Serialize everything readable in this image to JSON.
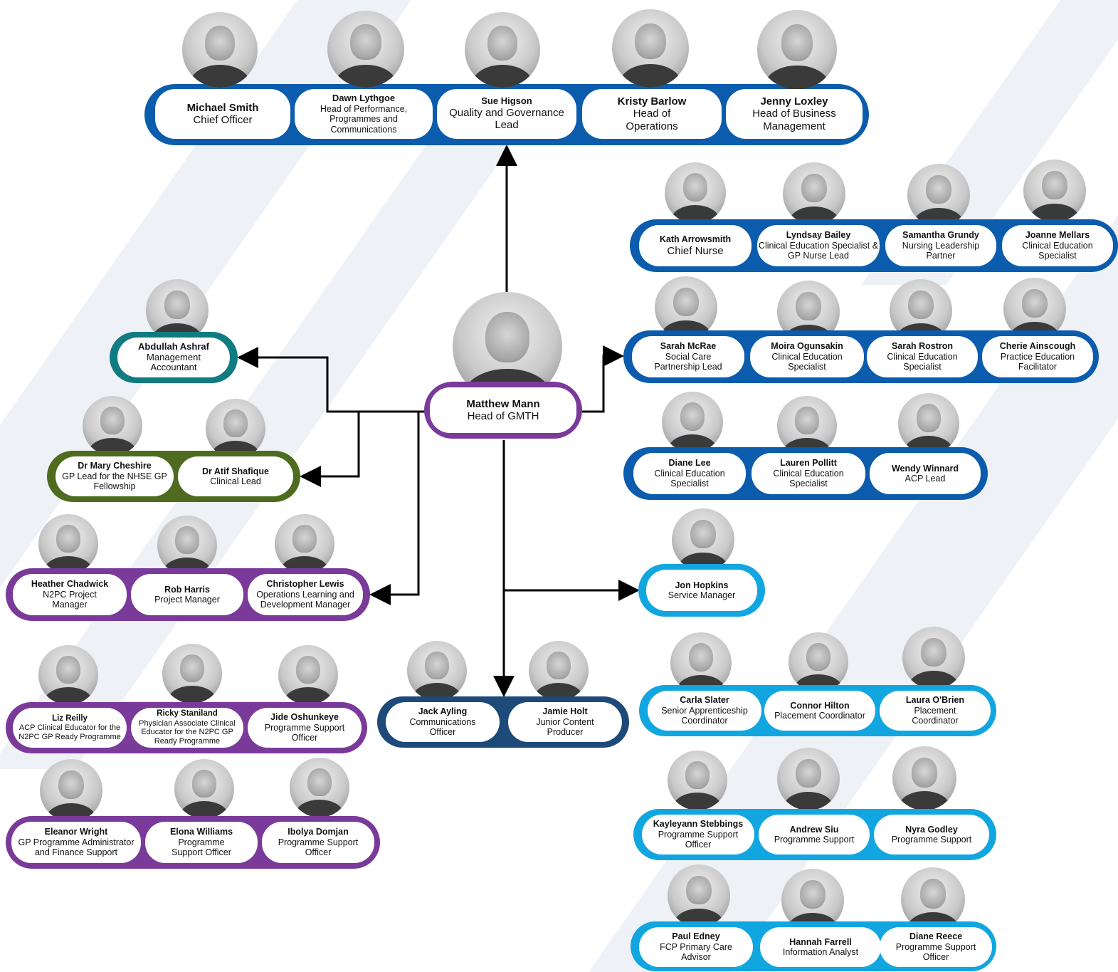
{
  "colors": {
    "navy": "#0b5cad",
    "purple": "#7a3a9a",
    "green": "#4e6b1f",
    "teal": "#117b82",
    "cyan": "#11a6e0",
    "dark_navy": "#1d4a78",
    "background": "#eef1f6"
  },
  "top_row": [
    {
      "name": "Michael Smith",
      "role": "Chief Officer"
    },
    {
      "name": "Dawn Lythgoe",
      "role": "Head of Performance, Programmes and Communications"
    },
    {
      "name": "Sue Higson",
      "role": "Quality and Governance Lead"
    },
    {
      "name": "Kristy Barlow",
      "role": "Head of Operations"
    },
    {
      "name": "Jenny Loxley",
      "role": "Head of Business Management"
    }
  ],
  "center": {
    "name": "Matthew Mann",
    "role": "Head of GMTH"
  },
  "left_groups": {
    "teal": [
      {
        "name": "Abdullah Ashraf",
        "role": "Management Accountant"
      }
    ],
    "green": [
      {
        "name": "Dr Mary Cheshire",
        "role": "GP Lead for the NHSE GP Fellowship"
      },
      {
        "name": "Dr Atif Shafique",
        "role": "Clinical Lead"
      }
    ],
    "purple_a": [
      {
        "name": "Heather Chadwick",
        "role": "N2PC Project Manager"
      },
      {
        "name": "Rob Harris",
        "role": "Project Manager"
      },
      {
        "name": "Christopher Lewis",
        "role": "Operations Learning and Development Manager"
      }
    ],
    "purple_b": [
      {
        "name": "Liz Reilly",
        "role": "ACP Clinical Educator for the N2PC GP Ready Programme"
      },
      {
        "name": "Ricky Staniland",
        "role": "Physician Associate Clinical Educator for the N2PC GP Ready Programme"
      },
      {
        "name": "Jide Oshunkeye",
        "role": "Programme Support Officer"
      }
    ],
    "purple_c": [
      {
        "name": "Eleanor Wright",
        "role": "GP Programme Administrator and Finance Support"
      },
      {
        "name": "Elona Williams",
        "role": "Programme Support Officer"
      },
      {
        "name": "Ibolya Domjan",
        "role": "Programme Support Officer"
      }
    ]
  },
  "right_groups": {
    "blue_a": [
      {
        "name": "Kath Arrowsmith",
        "role": "Chief Nurse"
      },
      {
        "name": "Lyndsay Bailey",
        "role": "Clinical Education Specialist & GP Nurse Lead"
      },
      {
        "name": "Samantha Grundy",
        "role": "Nursing Leadership Partner"
      },
      {
        "name": "Joanne Mellars",
        "role": "Clinical Education Specialist"
      }
    ],
    "blue_b": [
      {
        "name": "Sarah McRae",
        "role": "Social Care Partnership Lead"
      },
      {
        "name": "Moira Ogunsakin",
        "role": "Clinical Education Specialist"
      },
      {
        "name": "Sarah Rostron",
        "role": "Clinical Education Specialist"
      },
      {
        "name": "Cherie Ainscough",
        "role": "Practice Education Facilitator"
      }
    ],
    "blue_c": [
      {
        "name": "Diane Lee",
        "role": "Clinical Education Specialist"
      },
      {
        "name": "Lauren Pollitt",
        "role": "Clinical Education Specialist"
      },
      {
        "name": "Wendy Winnard",
        "role": "ACP Lead"
      }
    ],
    "cyan_a": [
      {
        "name": "Jon Hopkins",
        "role": "Service Manager"
      }
    ],
    "cyan_b": [
      {
        "name": "Carla Slater",
        "role": "Senior Apprenticeship Coordinator"
      },
      {
        "name": "Connor Hilton",
        "role": "Placement Coordinator"
      },
      {
        "name": "Laura O'Brien",
        "role": "Placement Coordinator"
      }
    ],
    "cyan_c": [
      {
        "name": "Kayleyann Stebbings",
        "role": "Programme Support Officer"
      },
      {
        "name": "Andrew Siu",
        "role": "Programme Support"
      },
      {
        "name": "Nyra Godley",
        "role": "Programme Support"
      }
    ],
    "cyan_d": [
      {
        "name": "Paul Edney",
        "role": "FCP Primary Care Advisor"
      },
      {
        "name": "Hannah Farrell",
        "role": "Information Analyst"
      },
      {
        "name": "Diane Reece",
        "role": "Programme Support Officer"
      }
    ]
  },
  "bottom_center": [
    {
      "name": "Jack Ayling",
      "role": "Communications Officer"
    },
    {
      "name": "Jamie Holt",
      "role": "Junior Content Producer"
    }
  ]
}
